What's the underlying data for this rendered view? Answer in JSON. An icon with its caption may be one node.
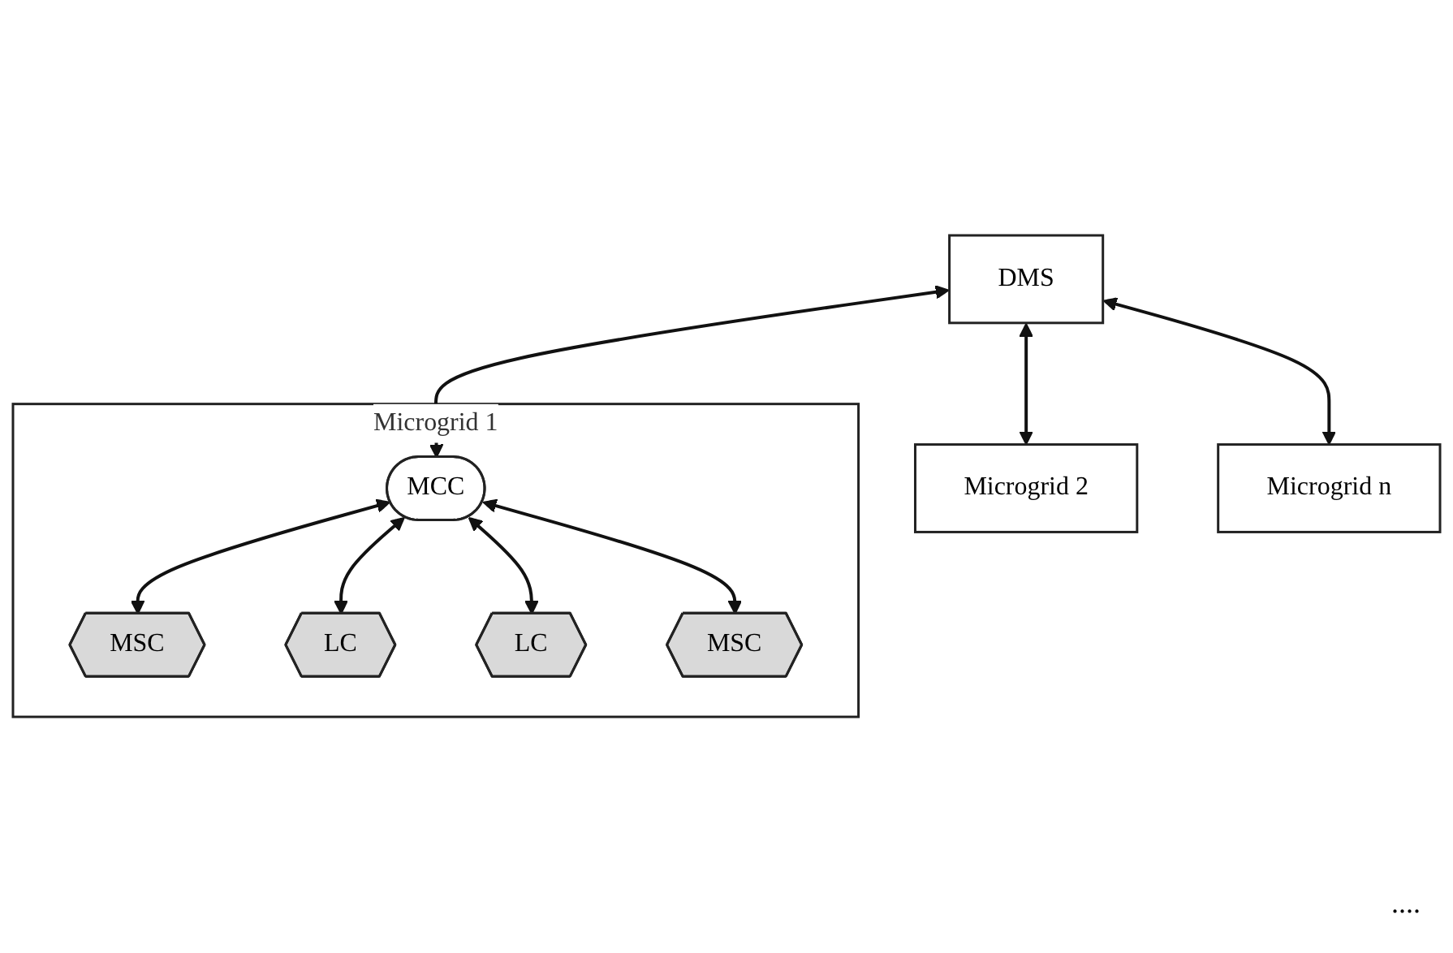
{
  "diagram": {
    "nodes": [
      {
        "text": [
          "DMS"
        ]
      },
      {
        "text": [
          "Microgrid 1"
        ]
      },
      {
        "text": [
          "MCC"
        ],
        "in": 1
      },
      {
        "text": [
          "MSC"
        ],
        "in": 1
      },
      {
        "text": [
          "LC"
        ],
        "in": 1
      },
      {
        "text": [
          "LC"
        ],
        "in": 1
      },
      {
        "text": [
          "MSC"
        ],
        "in": 1
      },
      {
        "text": [
          "Microgrid 2"
        ]
      },
      {
        "text": [
          "Microgrid n"
        ]
      }
    ],
    "edges": [
      {
        "from": 0,
        "to": 2,
        "arrow": "both"
      },
      {
        "from": 0,
        "to": 7,
        "arrow": "both"
      },
      {
        "from": 0,
        "to": 8,
        "arrow": "both"
      },
      {
        "from": 2,
        "to": 3,
        "arrow": "both"
      },
      {
        "from": 2,
        "to": 4,
        "arrow": "both"
      },
      {
        "from": 2,
        "to": 5,
        "arrow": "both"
      },
      {
        "from": 2,
        "to": 6,
        "arrow": "both"
      }
    ],
    "labels": [
      "...."
    ]
  }
}
